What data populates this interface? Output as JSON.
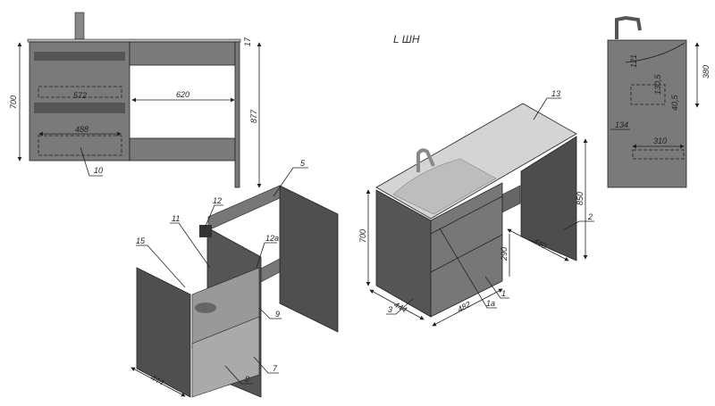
{
  "title": "L ШН",
  "colors": {
    "panel": "#6e6e6e",
    "dark_panel": "#4a4a4a",
    "countertop": "#d9d9d9",
    "line": "#222222"
  },
  "front_view": {
    "dims": {
      "height": "700",
      "drawer_upper": "572",
      "drawer_lower": "488",
      "opening": "620",
      "total_height": "877",
      "top_thickness": "17"
    },
    "callout": "10"
  },
  "side_view": {
    "dims": {
      "sink_depth": "380",
      "a": "121",
      "b": "130,5",
      "c": "40,5",
      "d": "134",
      "e": "310"
    }
  },
  "iso_view": {
    "callouts": [
      "13",
      "2",
      "1",
      "1a",
      "3"
    ],
    "dims": {
      "height": "700",
      "leg_height": "850",
      "depth": "444",
      "width": "482",
      "drawer": "290",
      "leg_depth": "440"
    }
  },
  "exploded_view": {
    "callouts": [
      "5",
      "12",
      "11",
      "15",
      "12a",
      "9",
      "7",
      "8"
    ],
    "dims": {
      "depth": "444"
    }
  }
}
